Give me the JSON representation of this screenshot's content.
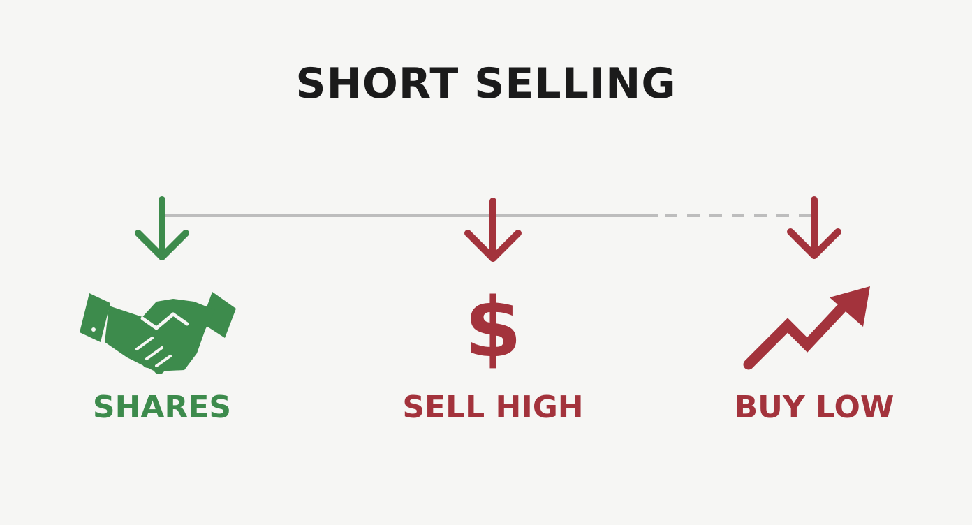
{
  "diagram": {
    "title": "SHORT SELLING",
    "steps": [
      {
        "label": "SHARES",
        "icon": "handshake-icon",
        "color": "#3d8b4c"
      },
      {
        "label": "SELL HIGH",
        "icon": "dollar-sign-icon",
        "glyph": "$",
        "color": "#a3333c"
      },
      {
        "label": "BUY LOW",
        "icon": "trend-up-arrow-icon",
        "color": "#a3333c"
      }
    ],
    "connector": {
      "style": "solid then dashed",
      "color": "#bdbdbd"
    }
  }
}
